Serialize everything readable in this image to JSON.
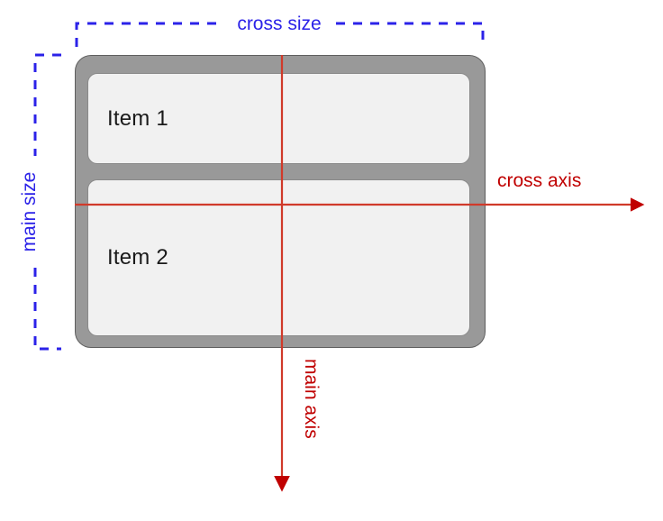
{
  "diagram": {
    "title": "flexbox-column-axes",
    "colors": {
      "container_fill": "#999999",
      "container_border": "#5e5e5e",
      "item_fill": "#f1f1f1",
      "item_border": "#8a8a8a",
      "measure_blue": "#2b22e8",
      "axis_red": "#c00000",
      "axis_line_red": "#d03a2a",
      "background": "#ffffff",
      "item_text": "#1a1a1a"
    },
    "container": {
      "items": [
        {
          "label": "Item 1"
        },
        {
          "label": "Item 2"
        }
      ]
    },
    "measurements": [
      {
        "name": "cross-size",
        "label": "cross size",
        "orientation": "horizontal"
      },
      {
        "name": "main-size",
        "label": "main size",
        "orientation": "vertical"
      }
    ],
    "axes": [
      {
        "name": "cross-axis",
        "label": "cross axis",
        "direction": "right"
      },
      {
        "name": "main-axis",
        "label": "main axis",
        "direction": "down"
      }
    ]
  }
}
